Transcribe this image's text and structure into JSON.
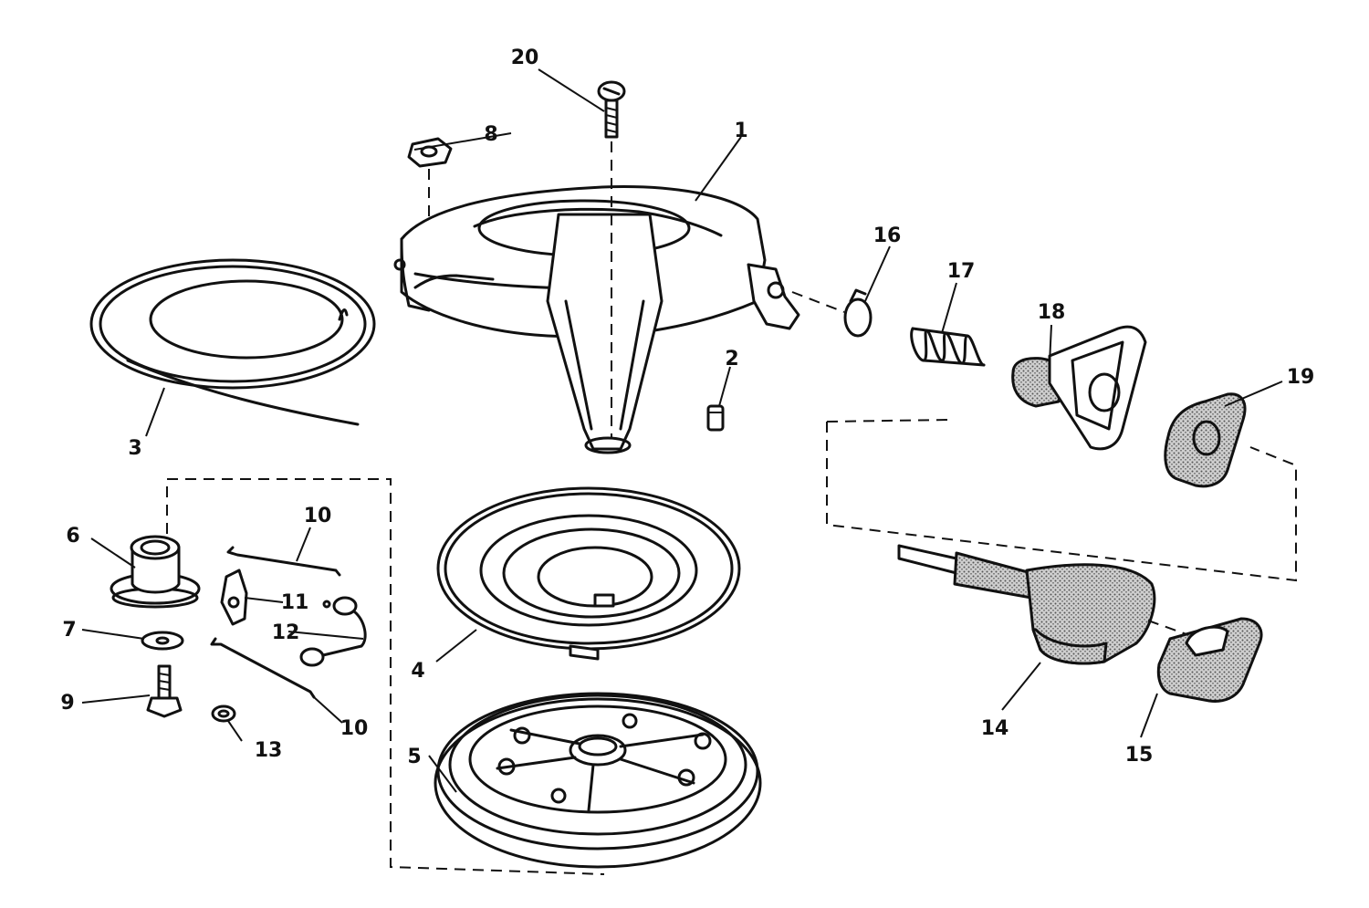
{
  "parts": [
    {
      "id": "part-1",
      "number": "1"
    },
    {
      "id": "part-2",
      "number": "2"
    },
    {
      "id": "part-3",
      "number": "3"
    },
    {
      "id": "part-4",
      "number": "4"
    },
    {
      "id": "part-5",
      "number": "5"
    },
    {
      "id": "part-6",
      "number": "6"
    },
    {
      "id": "part-7",
      "number": "7"
    },
    {
      "id": "part-8",
      "number": "8"
    },
    {
      "id": "part-9",
      "number": "9"
    },
    {
      "id": "part-10a",
      "number": "10"
    },
    {
      "id": "part-10b",
      "number": "10"
    },
    {
      "id": "part-11",
      "number": "11"
    },
    {
      "id": "part-12",
      "number": "12"
    },
    {
      "id": "part-13",
      "number": "13"
    },
    {
      "id": "part-14",
      "number": "14"
    },
    {
      "id": "part-15",
      "number": "15"
    },
    {
      "id": "part-16",
      "number": "16"
    },
    {
      "id": "part-17",
      "number": "17"
    },
    {
      "id": "part-18",
      "number": "18"
    },
    {
      "id": "part-19",
      "number": "19"
    },
    {
      "id": "part-20",
      "number": "20"
    }
  ],
  "colors": {
    "ink": "#111111",
    "paper": "#ffffff",
    "stipple": "#9a9a9a"
  }
}
